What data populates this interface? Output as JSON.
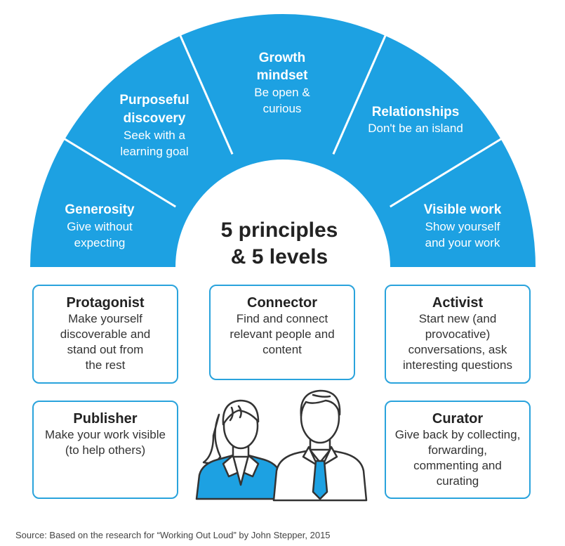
{
  "colors": {
    "accent": "#1da1e2",
    "border": "#2aa3dc",
    "text": "#222222"
  },
  "principles": [
    {
      "title": "Generosity",
      "lines": [
        "Give without",
        "expecting"
      ]
    },
    {
      "title_lines": [
        "Purposeful",
        "discovery"
      ],
      "lines": [
        "Seek with a",
        "learning goal"
      ]
    },
    {
      "title_lines": [
        "Growth",
        "mindset"
      ],
      "lines": [
        "Be open &",
        "curious"
      ]
    },
    {
      "title": "Relationships",
      "lines": [
        "Don't be an island"
      ]
    },
    {
      "title": "Visible work",
      "lines": [
        "Show yourself",
        "and your work"
      ]
    }
  ],
  "center": {
    "line1": "5 principles",
    "line2": "& 5 levels"
  },
  "levels": {
    "protagonist": {
      "title": "Protagonist",
      "lines": [
        "Make yourself",
        "discoverable and",
        "stand out from",
        "the rest"
      ]
    },
    "connector": {
      "title": "Connector",
      "lines": [
        "Find and connect",
        "relevant people and",
        "content"
      ]
    },
    "activist": {
      "title": "Activist",
      "lines": [
        "Start new (and",
        "provocative)",
        "conversations, ask",
        "interesting questions"
      ]
    },
    "publisher": {
      "title": "Publisher",
      "lines": [
        "Make your work visible",
        "(to help others)"
      ]
    },
    "curator": {
      "title": "Curator",
      "lines": [
        "Give back by collecting,",
        "forwarding,",
        "commenting and",
        "curating"
      ]
    }
  },
  "source": "Source: Based on the research for “Working Out Loud” by John Stepper, 2015"
}
